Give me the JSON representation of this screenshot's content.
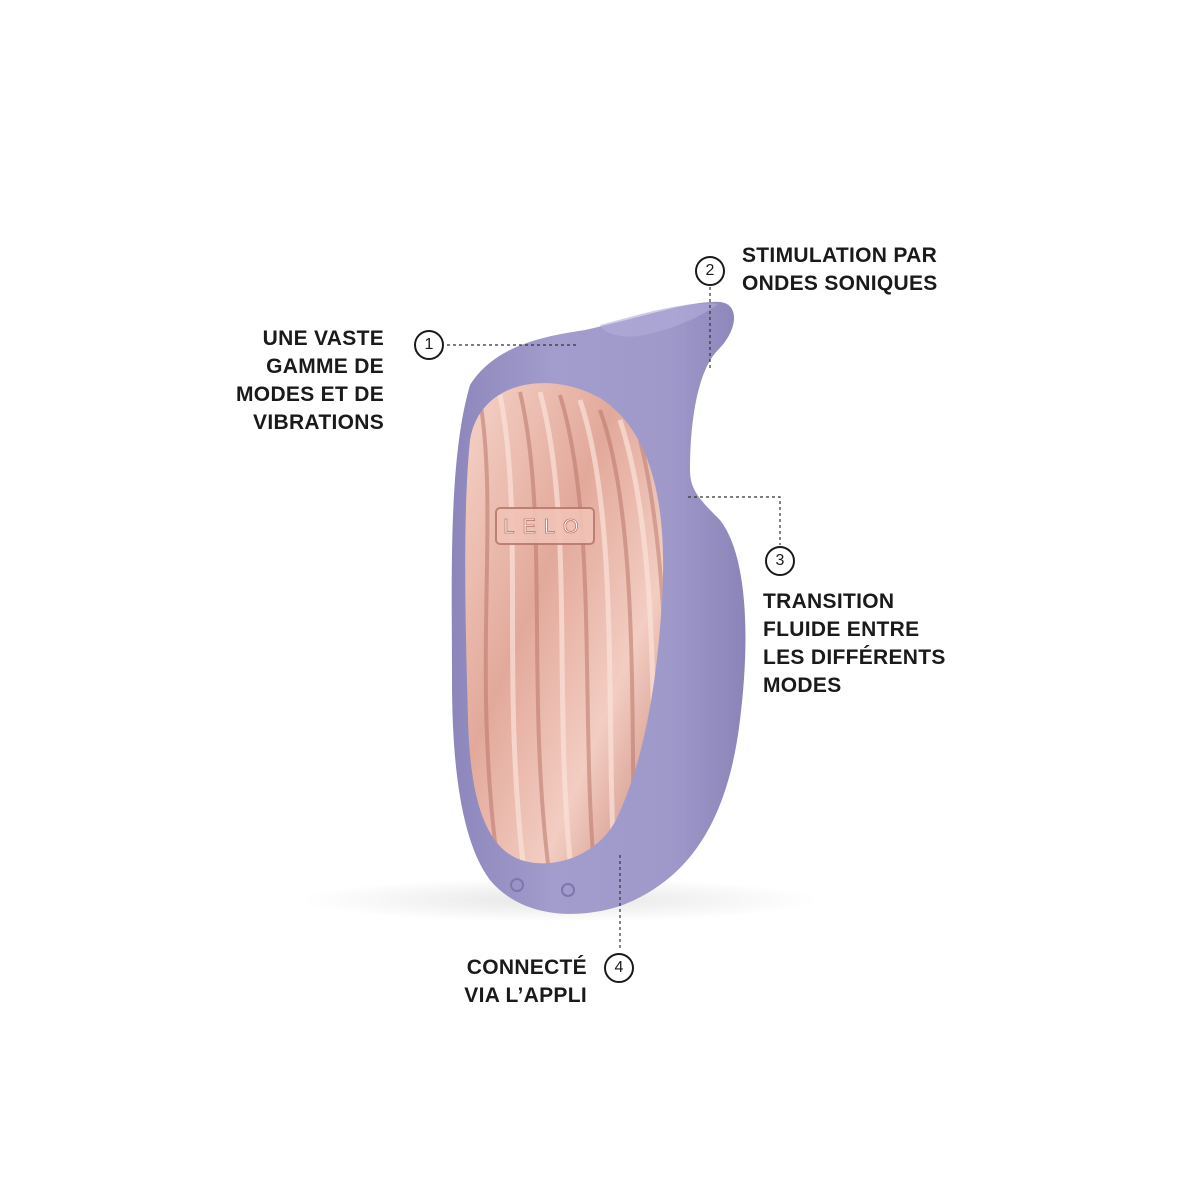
{
  "callouts": [
    {
      "number": "1",
      "lines": [
        "UNE VASTE",
        "GAMME DE",
        "MODES ET DE",
        "VIBRATIONS"
      ]
    },
    {
      "number": "2",
      "lines": [
        "STIMULATION PAR",
        "ONDES SONIQUES"
      ]
    },
    {
      "number": "3",
      "lines": [
        "TRANSITION",
        "FLUIDE ENTRE",
        "LES DIFFÉRENTS",
        "MODES"
      ]
    },
    {
      "number": "4",
      "lines": [
        "CONNECTÉ",
        "VIA L’APPLI"
      ]
    }
  ],
  "product": {
    "brand_mark": "LELO",
    "body_color": "#9d97c9",
    "face_color": "#e9b3a6"
  }
}
